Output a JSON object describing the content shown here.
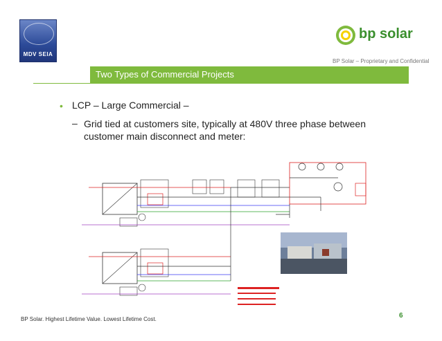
{
  "header": {
    "logo_label": "MDV SEIA",
    "brand": "bp solar",
    "confidentiality": "BP Solar – Proprietary and Confidential"
  },
  "slide": {
    "title": "Two Types of Commercial Projects",
    "bullet": "LCP – Large Commercial –",
    "sub_dash": "–",
    "sub_bullet": "Grid tied  at customers site, typically at 480V three phase between customer main disconnect and meter:"
  },
  "footer": {
    "tagline": "BP Solar. Highest Lifetime Value. Lowest Lifetime Cost.",
    "page": "6"
  },
  "colors": {
    "accent_green": "#7fba3d",
    "bp_green": "#3a8f2d",
    "mdv_blue": "#2c4a98"
  }
}
